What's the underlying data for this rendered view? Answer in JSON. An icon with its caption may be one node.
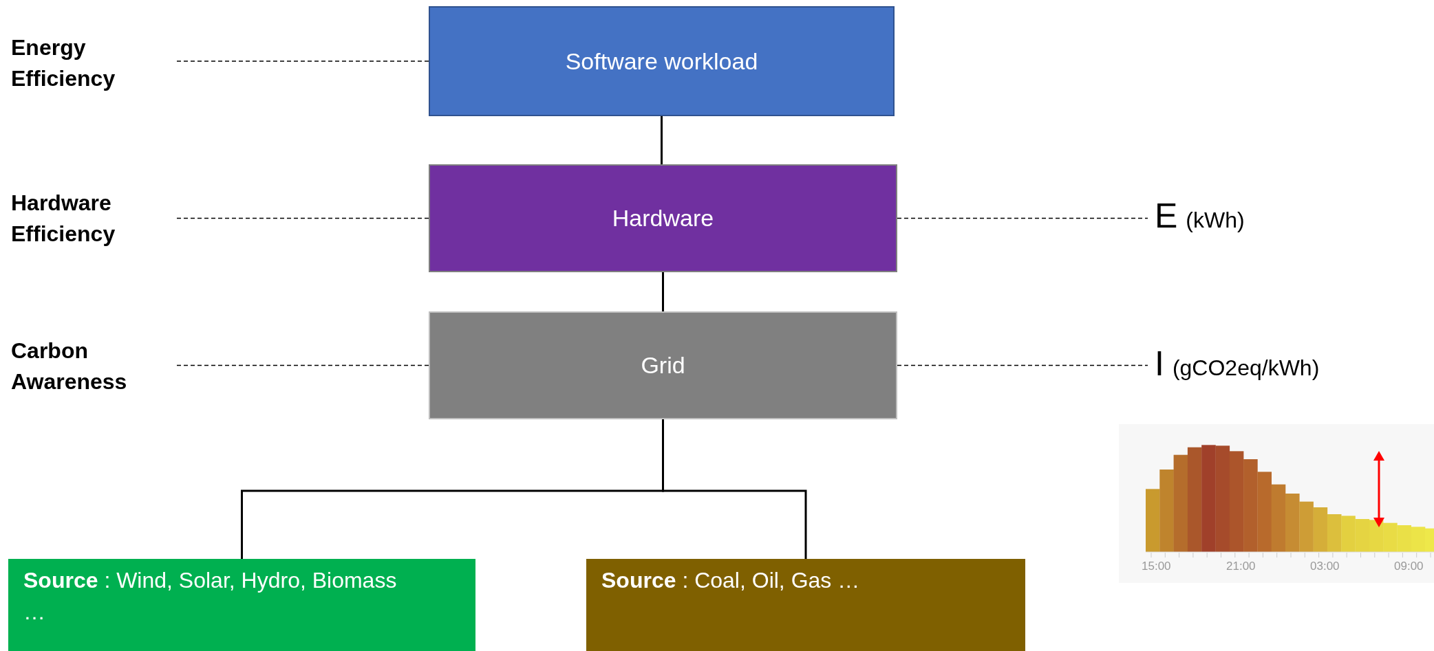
{
  "diagram": {
    "nodes": [
      {
        "text": [
          "Software workload"
        ]
      },
      {
        "text": [
          "Hardware"
        ]
      },
      {
        "text": [
          "Grid"
        ]
      },
      {
        "text": [
          "**Source** : Wind, Solar, Hydro, Biomass …"
        ]
      },
      {
        "text": [
          "**Source** : Coal, Oil, Gas …"
        ]
      },
      {
        "text": [
          "Energy Efficiency"
        ]
      },
      {
        "text": [
          "Hardware Efficiency"
        ]
      },
      {
        "text": [
          "Carbon Awareness"
        ]
      },
      {
        "text": [
          "E",
          "(kWh)"
        ]
      },
      {
        "text": [
          "I",
          "(gCO2eq/kWh)"
        ]
      }
    ],
    "edges": [
      {
        "from": 0,
        "to": 1,
        "arrow": "none"
      },
      {
        "from": 1,
        "to": 2,
        "arrow": "none"
      },
      {
        "from": 2,
        "to": 3,
        "arrow": "none"
      },
      {
        "from": 2,
        "to": 4,
        "arrow": "none"
      },
      {
        "from": 5,
        "to": 0,
        "arrow": "none",
        "style": "dashed"
      },
      {
        "from": 6,
        "to": 1,
        "arrow": "none",
        "style": "dashed"
      },
      {
        "from": 7,
        "to": 2,
        "arrow": "none",
        "style": "dashed"
      },
      {
        "from": 1,
        "to": 8,
        "arrow": "none",
        "style": "dashed"
      },
      {
        "from": 2,
        "to": 9,
        "arrow": "none",
        "style": "dashed"
      }
    ],
    "labels": [
      "15:00",
      "21:00",
      "03:00",
      "09:00"
    ]
  }
}
